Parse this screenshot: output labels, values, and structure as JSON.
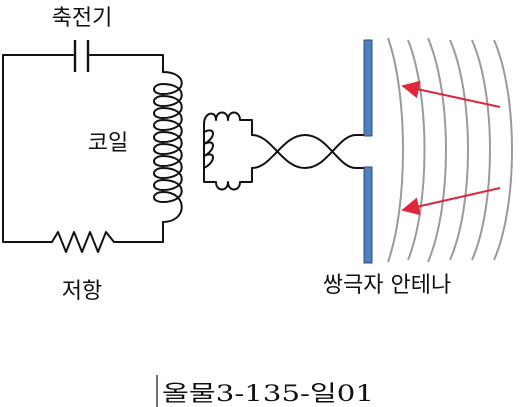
{
  "labels": {
    "capacitor": "축전기",
    "coil": "코일",
    "resistor": "저항",
    "dipole_antenna": "쌍극자 안테나",
    "caption": "올물3-135-일01"
  },
  "colors": {
    "wire": "#111111",
    "antenna": "#4f7fbf",
    "wave": "#9a9a9a",
    "arrow": "#e0263a"
  }
}
